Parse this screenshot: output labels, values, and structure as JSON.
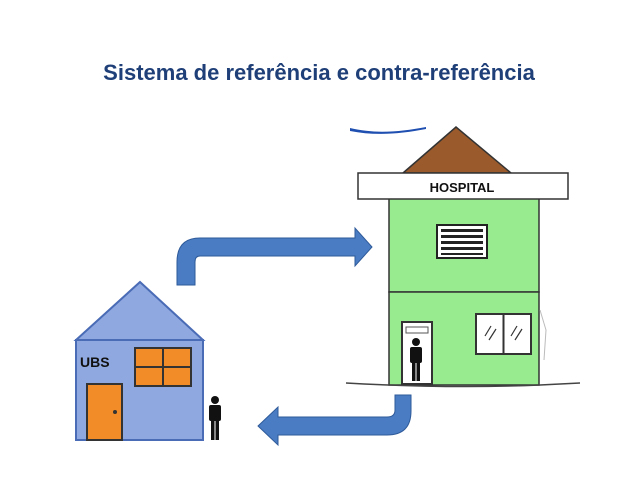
{
  "slide": {
    "title": "Sistema de referência e contra-referência"
  },
  "diagram": {
    "ubs_label": "UBS",
    "hospital_label": "HOSPITAL"
  },
  "colors": {
    "title": "#1f3f78",
    "ubs_wall": "#8fa9e0",
    "ubs_outline": "#4a6bb5",
    "ubs_door_window": "#f28c28",
    "hospital_wall": "#98eb8f",
    "hospital_roof": "#9a5a2c",
    "arrow": "#4a7cc4",
    "sky": "#1f4fb0"
  }
}
